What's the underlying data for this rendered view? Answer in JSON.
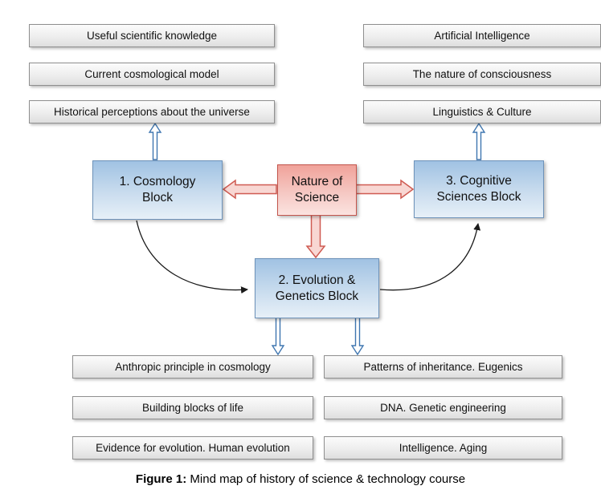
{
  "boxes": {
    "top_left": [
      "Useful scientific knowledge",
      "Current cosmological model",
      "Historical perceptions about the universe"
    ],
    "top_right": [
      "Artificial Intelligence",
      "The nature of consciousness",
      "Linguistics & Culture"
    ],
    "bottom_left": [
      "Anthropic principle in cosmology",
      "Building blocks of life",
      "Evidence for evolution. Human evolution"
    ],
    "bottom_right": [
      "Patterns of inheritance. Eugenics",
      "DNA. Genetic engineering",
      "Intelligence. Aging"
    ]
  },
  "blocks": {
    "center": "Nature of Science",
    "cosmology": "1. Cosmology Block",
    "evolution": "2. Evolution & Genetics Block",
    "cognitive": "3. Cognitive Sciences Block"
  },
  "caption": {
    "prefix": "Figure 1:",
    "text": " Mind map of history of science & technology course"
  },
  "colors": {
    "blue_block_border": "#6e93ba",
    "red_block_border": "#c4554c",
    "blue_arrow": "#3f76b0",
    "red_arrow": "#cf5b52",
    "black_arrow": "#1a1a1a"
  }
}
